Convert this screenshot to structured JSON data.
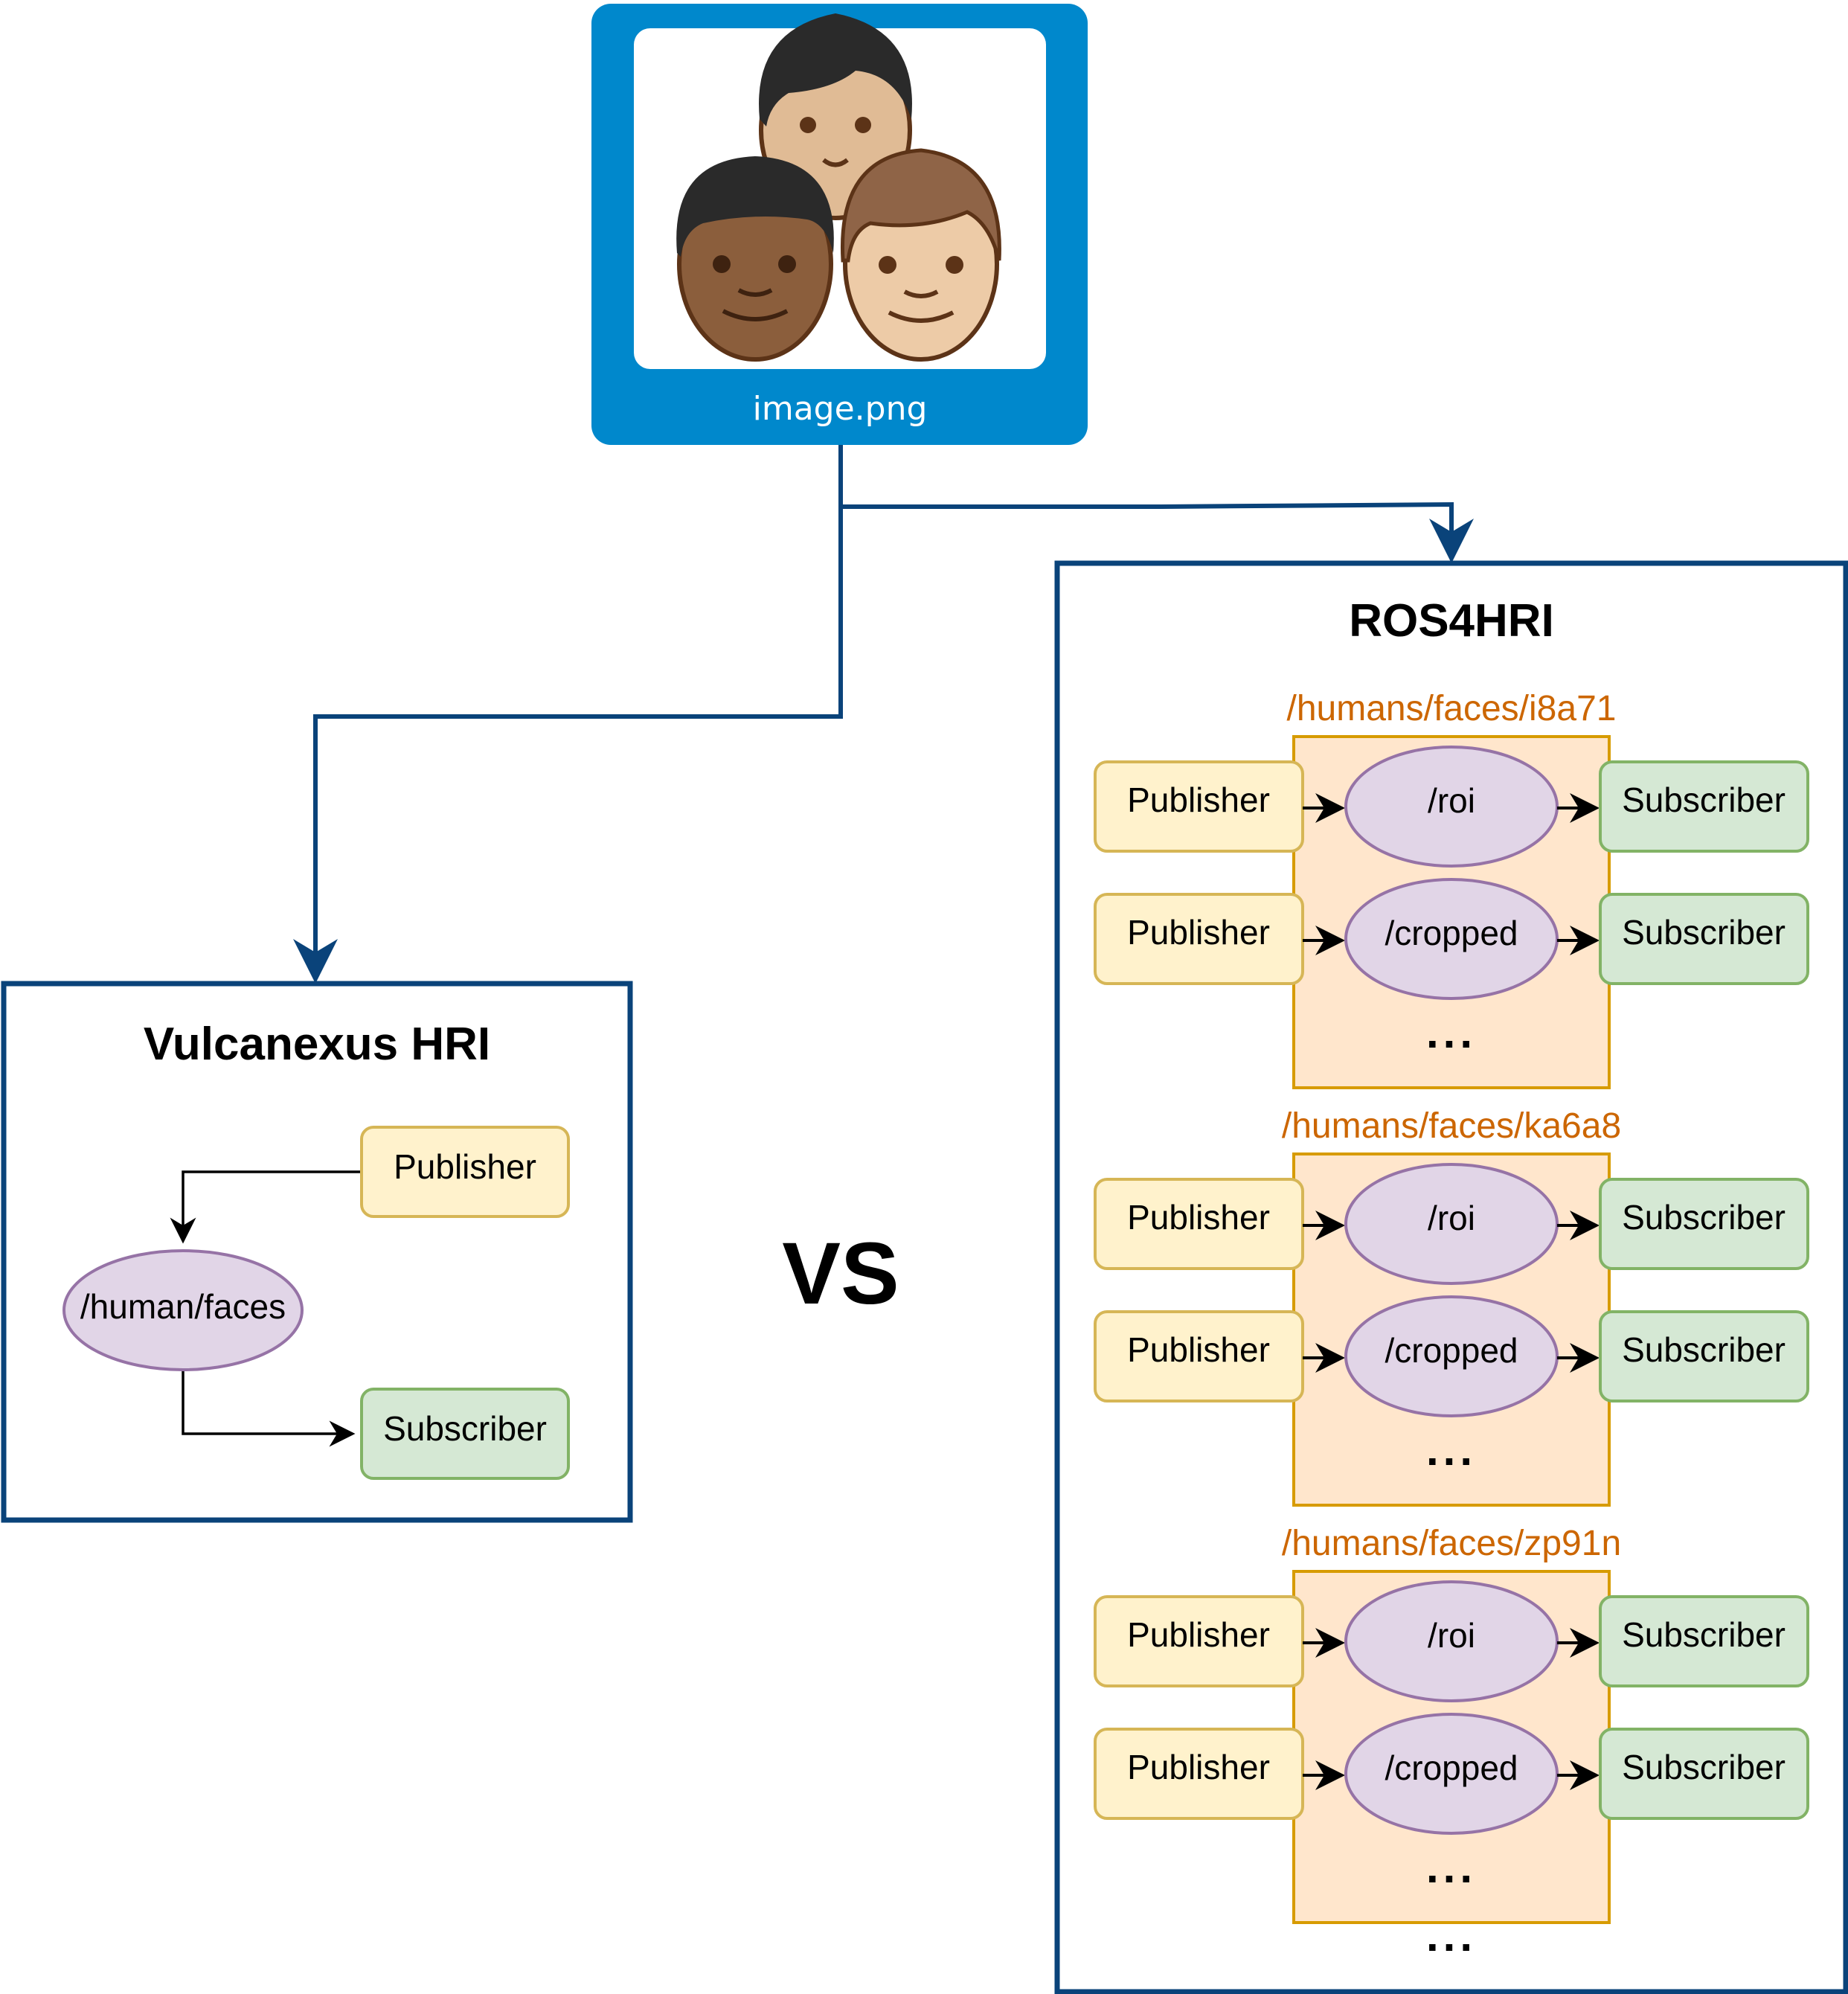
{
  "image_node": {
    "label": "image.png",
    "icon": "three-faces-icon",
    "frame_color": "#0088CC"
  },
  "vs_label": "VS",
  "colors": {
    "container_border": "#0A437A",
    "publisher_fill": "#FFF2CC",
    "publisher_border": "#D6B656",
    "subscriber_fill": "#D5E8D4",
    "subscriber_border": "#82B366",
    "topic_fill": "#E1D5E7",
    "topic_border": "#9673A6",
    "group_fill": "#FFE6CC",
    "group_border": "#D79B00",
    "group_label": "#CC6600"
  },
  "vulcanexus": {
    "title": "Vulcanexus HRI",
    "publisher": "Publisher",
    "topic": "/human/faces",
    "subscriber": "Subscriber"
  },
  "ros4hri": {
    "title": "ROS4HRI",
    "groups": [
      {
        "label": "/humans/faces/i8a71",
        "rows": [
          {
            "publisher": "Publisher",
            "topic": "/roi",
            "subscriber": "Subscriber"
          },
          {
            "publisher": "Publisher",
            "topic": "/cropped",
            "subscriber": "Subscriber"
          }
        ],
        "more": "..."
      },
      {
        "label": "/humans/faces/ka6a8",
        "rows": [
          {
            "publisher": "Publisher",
            "topic": "/roi",
            "subscriber": "Subscriber"
          },
          {
            "publisher": "Publisher",
            "topic": "/cropped",
            "subscriber": "Subscriber"
          }
        ],
        "more": "..."
      },
      {
        "label": "/humans/faces/zp91n",
        "rows": [
          {
            "publisher": "Publisher",
            "topic": "/roi",
            "subscriber": "Subscriber"
          },
          {
            "publisher": "Publisher",
            "topic": "/cropped",
            "subscriber": "Subscriber"
          }
        ],
        "more": "..."
      }
    ],
    "more": "..."
  }
}
